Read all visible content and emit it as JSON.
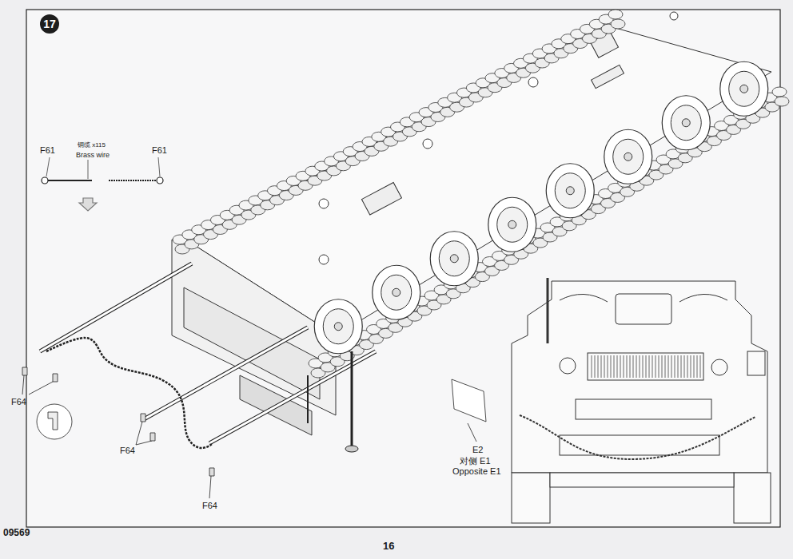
{
  "diagram": {
    "nodes": [
      {
        "text": [
          "17"
        ]
      }
    ],
    "labels": [
      "F61",
      "铜缆 x115",
      "Brass wire",
      "F61",
      "F64",
      "F64",
      "E2",
      "对侧 E1",
      "Opposite E1",
      "F64",
      "09569",
      "16"
    ]
  }
}
